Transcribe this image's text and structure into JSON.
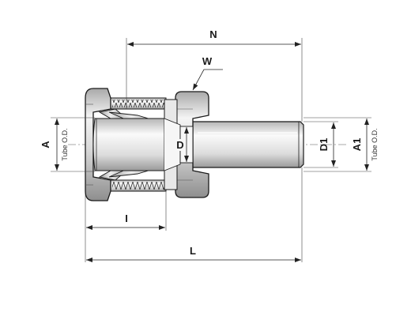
{
  "labels": {
    "N": "N",
    "W": "W",
    "A": "A",
    "A_sub": "Tube O.D.",
    "D": "D",
    "D1": "D1",
    "A1": "A1",
    "A1_sub": "Tube O.D.",
    "I": "I",
    "L": "L"
  },
  "colors": {
    "body_light": "#f2f2f2",
    "body_mid": "#c9c9c9",
    "body_dark": "#8c8c8c",
    "outline": "#1a1a1a"
  }
}
